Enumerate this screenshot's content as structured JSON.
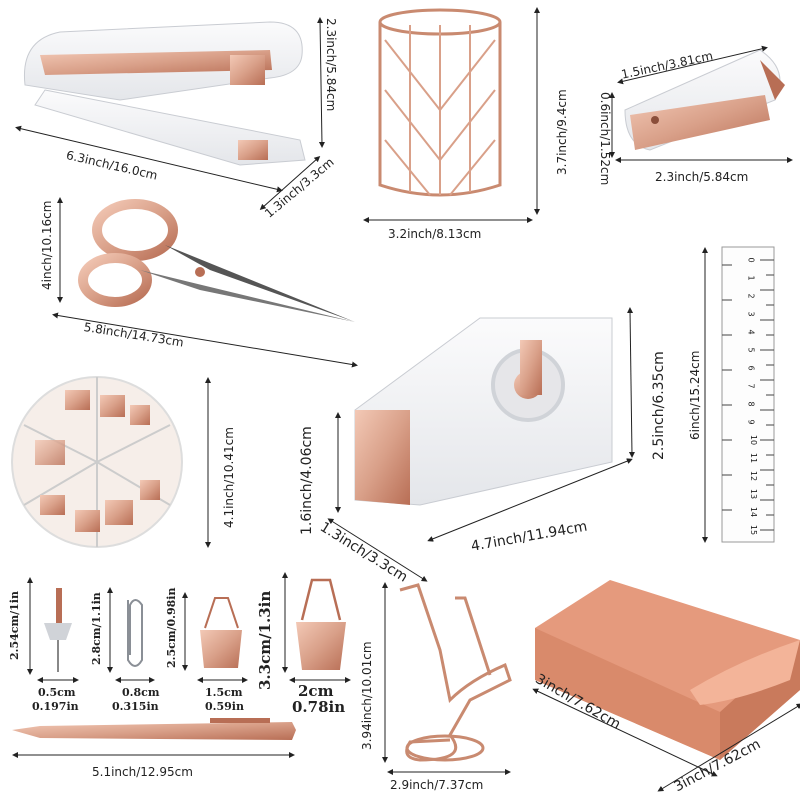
{
  "palette": {
    "rose_gold": "#d9a089",
    "rose_dark": "#b86e55",
    "acrylic": "#eef0f3",
    "sticky": "#e59a7d",
    "blade": "#555555"
  },
  "products": [
    {
      "name": "stapler",
      "dims": [
        "6.3inch/16.0cm",
        "2.3inch/5.84cm",
        "1.3inch/3.3cm"
      ]
    },
    {
      "name": "pen holder",
      "dims": [
        "3.7inch/9.4cm",
        "3.2inch/8.13cm"
      ]
    },
    {
      "name": "staple remover",
      "dims": [
        "1.5inch/3.81cm",
        "0.6inch/1.52cm",
        "2.3inch/5.84cm"
      ]
    },
    {
      "name": "scissors",
      "dims": [
        "4inch/10.16cm",
        "5.8inch/14.73cm"
      ]
    },
    {
      "name": "tape dispenser",
      "dims": [
        "1.6inch/4.06cm",
        "2.5inch/6.35cm",
        "1.3inch/3.3cm",
        "4.7inch/11.94cm"
      ]
    },
    {
      "name": "ruler",
      "dims": [
        "6inch/15.24cm"
      ]
    },
    {
      "name": "clip box",
      "dims": [
        "4.1inch/10.41cm"
      ]
    },
    {
      "name": "push pin",
      "dims": [
        "2.54cm/1in",
        "0.5cm",
        "0.197in"
      ]
    },
    {
      "name": "paper clip",
      "dims": [
        "2.8cm/1.1in",
        "0.8cm",
        "0.315in"
      ]
    },
    {
      "name": "small binder clip",
      "dims": [
        "2.5cm/0.98in",
        "1.5cm",
        "0.59in"
      ]
    },
    {
      "name": "large binder clip",
      "dims": [
        "3.3cm/1.3in",
        "2cm",
        "0.78in"
      ]
    },
    {
      "name": "phone stand",
      "dims": [
        "3.94inch/10.01cm",
        "2.9inch/7.37cm"
      ]
    },
    {
      "name": "sticky notes",
      "dims": [
        "3inch/7.62cm",
        "3inch/7.62cm"
      ]
    },
    {
      "name": "pen",
      "dims": [
        "5.1inch/12.95cm"
      ]
    }
  ],
  "ruler_numbers": [
    "0",
    "1",
    "2",
    "3",
    "4",
    "5",
    "6",
    "7",
    "8",
    "9",
    "10",
    "11",
    "12",
    "13",
    "14",
    "15"
  ]
}
